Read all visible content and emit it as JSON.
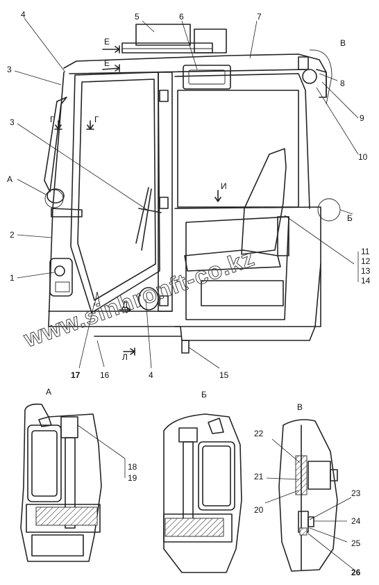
{
  "watermark": "www.sinhronft-co.kz",
  "callouts": {
    "n1": "1",
    "n2": "2",
    "n3a": "3",
    "n3b": "3",
    "n4a": "4",
    "n4b": "4",
    "n5": "5",
    "n6": "6",
    "n7": "7",
    "n8": "8",
    "n9": "9",
    "n10": "10",
    "n11": "11",
    "n12": "12",
    "n13": "13",
    "n14": "14",
    "n15": "15",
    "n16": "16",
    "n17": "17",
    "n18": "18",
    "n19": "19",
    "n20": "20",
    "n21": "21",
    "n22": "22",
    "n23": "23",
    "n24": "24",
    "n25": "25",
    "n26": "26"
  },
  "section_marks": {
    "A": "А",
    "B": "Б",
    "V": "В",
    "E_top": "Е",
    "E_mid": "Е",
    "G_left": "Г",
    "G_right": "Г",
    "I": "И",
    "D": "Д",
    "L": "Л"
  },
  "detail_titles": {
    "A": "А",
    "B": "Б",
    "V": "В"
  }
}
